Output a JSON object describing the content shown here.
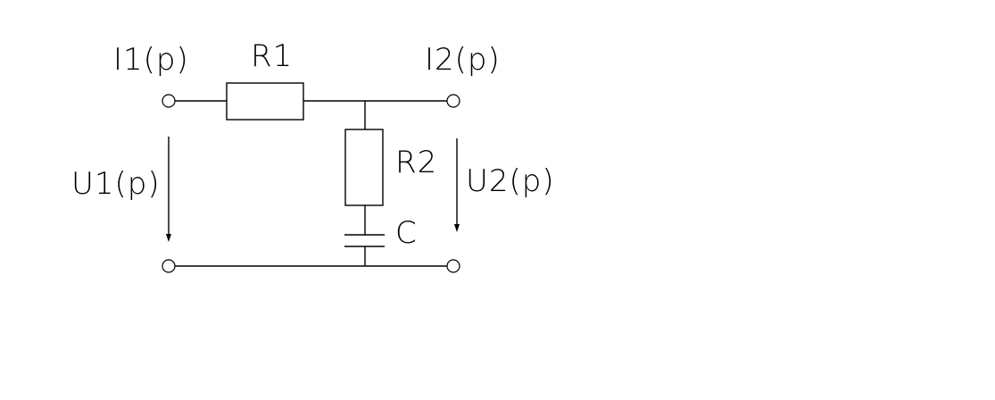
{
  "labels": {
    "i1": "I1(p)",
    "r1": "R1",
    "i2": "I2(p)",
    "u1": "U1(p)",
    "r2": "R2",
    "u2": "U2(p)",
    "c": "C"
  }
}
